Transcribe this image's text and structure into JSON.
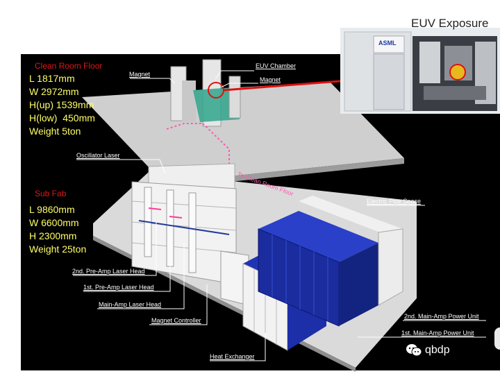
{
  "inset": {
    "title": "EUV Exposure",
    "brand_logo": "ASML"
  },
  "clean_room": {
    "heading": "Clean Room Floor",
    "specs": [
      "L 1817mm",
      "W 2972mm",
      "H(up) 1539mm",
      "H(low)  450mm",
      "Weight 5ton"
    ]
  },
  "sub_fab": {
    "heading": "Sub Fab",
    "specs": [
      "L 9860mm",
      "W 6600mm",
      "H 2300mm",
      "Weight 25ton"
    ]
  },
  "labels": {
    "magnet_left": "Magnet",
    "euv_chamber": "EUV Chamber",
    "magnet_right": "Magnet",
    "oscillator_laser": "Oscillator Laser",
    "to_clean_room": "To Clean Room Floor",
    "electric_pipe_space": "Electric Pipe Space",
    "pre_amp_2": "2nd. Pre-Amp Laser Head",
    "pre_amp_1": "1st. Pre-Amp Laser Head",
    "main_amp": "Main-Amp Laser Head",
    "magnet_controller": "Magnet Controller",
    "heat_exchanger": "Heat Exchanger",
    "power_2": "2nd. Main-Amp Power Unit",
    "power_1": "1st. Main-Amp Power Unit"
  },
  "watermark": {
    "icon": "wechat-icon",
    "text": "qbdp"
  },
  "colors": {
    "background": "#000000",
    "spec_text": "#ffff66",
    "heading_red": "#e01818",
    "cabinet_blue": "#1c2fa8",
    "floor": "#d6d6d6"
  }
}
